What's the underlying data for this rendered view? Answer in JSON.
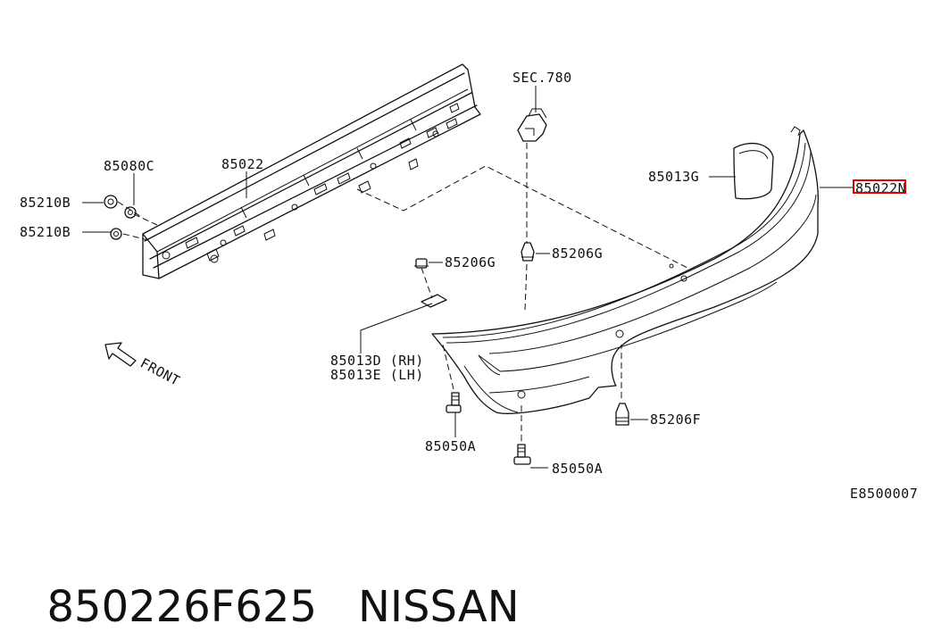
{
  "diagram": {
    "labels": {
      "sec780": "SEC.780",
      "p85080C": "85080C",
      "p85022_reinf": "85022",
      "p85013G": "85013G",
      "p85022N": "85022N",
      "p85210B_a": "85210B",
      "p85210B_b": "85210B",
      "p85206G_a": "85206G",
      "p85206G_b": "85206G",
      "p85013D": "85013D (RH)",
      "p85013E": "85013E (LH)",
      "front": "FRONT",
      "p85050A_a": "85050A",
      "p85050A_b": "85050A",
      "p85206F": "85206F",
      "code": "E8500007"
    },
    "highlight_color": "#e00000",
    "line_color": "#111111"
  },
  "footer": {
    "part_number": "850226F625",
    "brand": "NISSAN"
  }
}
